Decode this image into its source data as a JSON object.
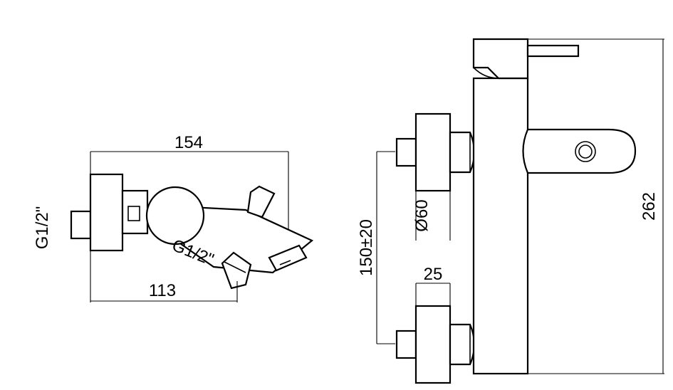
{
  "side_view": {
    "overall_width": "154",
    "inlet_thread": "G1/2\"",
    "outlet_thread": "G1/2\"",
    "outlet_distance": "113"
  },
  "front_view": {
    "centre_distance": "150±20",
    "flange_diameter": "Ø60",
    "flange_depth": "25",
    "overall_height": "262"
  }
}
